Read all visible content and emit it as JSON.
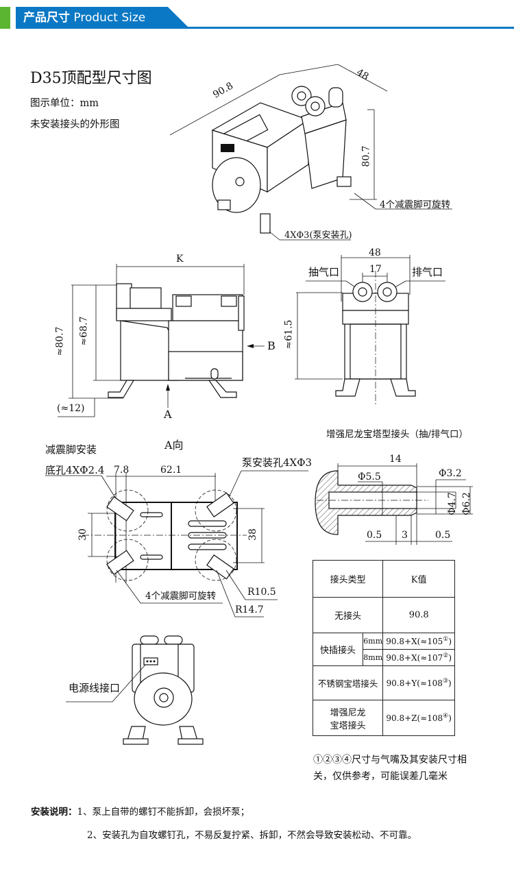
{
  "header": {
    "title_cn": "产品尺寸",
    "title_en": "Product Size",
    "accent_blue": "#0a78c4",
    "accent_green": "#5cb531"
  },
  "intro": {
    "title": "D35顶配型尺寸图",
    "unit": "图示单位：mm",
    "note": "未安装接头的外形图"
  },
  "iso_view": {
    "dim_length": "90.8",
    "dim_width": "48",
    "dim_height": "80.7",
    "label_feet": "4个减震脚可旋转",
    "label_holes": "4XΦ3(泵安装孔)"
  },
  "side_view": {
    "dim_k": "K",
    "dim_total_height": "≈80.7",
    "dim_body_height": "≈68.7",
    "dim_foot": "(≈12)",
    "arrow_a": "A",
    "arrow_b": "B",
    "caption": "A向"
  },
  "front_view": {
    "dim_width": "48",
    "dim_pitch": "17",
    "label_inlet": "抽气口",
    "label_outlet": "排气口",
    "dim_height": "≈61.5"
  },
  "bottom_view": {
    "label_foot_holes_1": "减震脚安装",
    "label_foot_holes_2": "底孔4XΦ2.4",
    "dim_offset": "7.8",
    "dim_span": "62.1",
    "dim_30": "30",
    "dim_38": "38",
    "label_pump_holes": "泵安装孔4XΦ3",
    "label_feet": "4个减震脚可旋转",
    "dim_r1": "R10.5",
    "dim_r2": "R14.7"
  },
  "fitting": {
    "title": "增强尼龙宝塔型接头（抽/排气口）",
    "dim_length": "14",
    "dim_d55": "Φ5.5",
    "dim_d32": "Φ3.2",
    "dim_d47": "Φ4.7",
    "dim_d62": "Φ6.2",
    "dim_a": "0.5",
    "dim_b": "3",
    "dim_c": "0.5"
  },
  "rear_view": {
    "label_power": "电源线接口"
  },
  "k_table": {
    "header": [
      "接头类型",
      "K值"
    ],
    "rows": [
      {
        "type": "无接头",
        "value": "90.8"
      },
      {
        "type": "快插接头",
        "sub": "6mm",
        "value": "90.8+X(≈105",
        "mark": "①",
        "close": ")"
      },
      {
        "type": "快插接头",
        "sub": "8mm",
        "value": "90.8+X(≈107",
        "mark": "②",
        "close": ")"
      },
      {
        "type": "不锈钢宝塔接头",
        "value": "90.8+Y(≈108",
        "mark": "③",
        "close": ")"
      },
      {
        "type_line1": "增强尼龙",
        "type_line2": "宝塔接头",
        "value": "90.8+Z(≈108",
        "mark": "④",
        "close": ")"
      }
    ],
    "note": "①②③④尺寸与气嘴及其安装尺寸相关，仅供参考，可能误差几毫米"
  },
  "install": {
    "label": "安装说明：",
    "item1": "1、泵上自带的螺钉不能拆卸，会损坏泵；",
    "item2": "2、安装孔为自攻螺钉孔，不易反复拧紧、拆卸，不然会导致安装松动、不可靠。"
  }
}
